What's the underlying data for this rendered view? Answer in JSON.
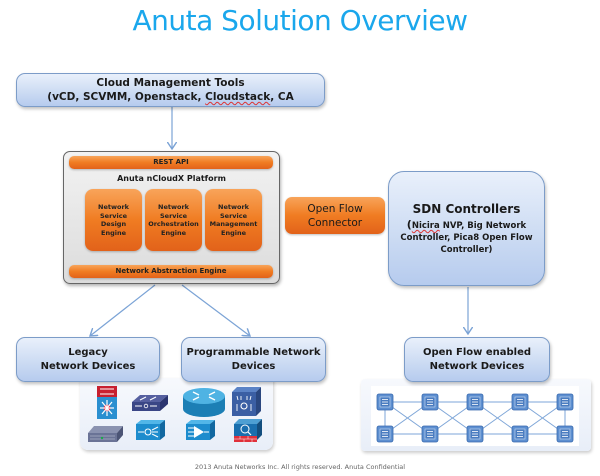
{
  "title": "Anuta Solution Overview",
  "cloud_tools": {
    "line1": "Cloud Management Tools",
    "line2_prefix": "(vCD, SCVMM, Openstack, ",
    "line2_misspelled": "Cloudstack",
    "line2_suffix": ", CA"
  },
  "platform": {
    "rest_api": "REST API",
    "name": "Anuta nCloudX Platform",
    "engines": [
      {
        "lines": [
          "Network",
          "Service",
          "Design",
          "Engine"
        ]
      },
      {
        "lines": [
          "Network",
          "Service",
          "Orchestration",
          "Engine"
        ]
      },
      {
        "lines": [
          "Network",
          "Service",
          "Management",
          "Engine"
        ]
      }
    ],
    "abstraction": "Network Abstraction Engine"
  },
  "connector": {
    "line1": "Open Flow",
    "line2": "Connector"
  },
  "sdn": {
    "title": "SDN Controllers",
    "paren_open": "(",
    "misspelled": "Nicira",
    "line1_rest": " NVP, Big Network",
    "line2": "Controller, Pica8 Open Flow",
    "line3": "Controller)"
  },
  "legacy": {
    "line1": "Legacy",
    "line2": "Network Devices"
  },
  "programmable": {
    "line1": "Programmable Network",
    "line2": "Devices"
  },
  "openflow_devices": {
    "line1": "Open Flow enabled",
    "line2": "Network Devices"
  },
  "legacy_icons": [
    "multilayer-switch-icon",
    "switch-icon",
    "router-icon",
    "access-point-icon",
    "blade-switch-icon",
    "load-balancer-icon",
    "accelerator-icon",
    "firewall-icon"
  ],
  "openflow_switch_count": 10,
  "footer": "2013 Anuta Networks Inc.  All rights reserved.  Anuta Confidential",
  "colors": {
    "title": "#1aa7ec",
    "orange": "#f07c22",
    "blue_box": "#cddcf3",
    "arrow": "#7ba3d6"
  }
}
